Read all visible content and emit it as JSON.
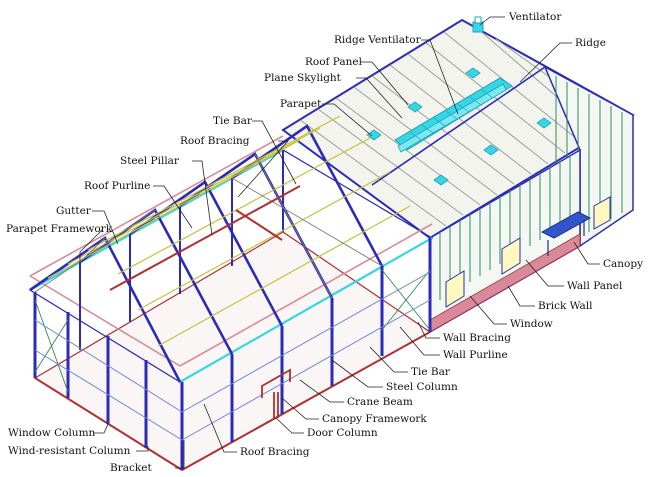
{
  "labels": {
    "ventilator": "Ventilator",
    "ridge_ventilator": "Ridge Ventilator",
    "ridge": "Ridge",
    "roof_panel": "Roof Panel",
    "plane_skylight": "Plane Skylight",
    "parapet": "Parapet",
    "tie_bar_top": "Tie Bar",
    "roof_bracing_top": "Roof Bracing",
    "steel_pillar": "Steel Pillar",
    "roof_purline": "Roof Purline",
    "gutter": "Gutter",
    "parapet_framework": "Parapet Framework",
    "canopy": "Canopy",
    "wall_panel": "Wall Panel",
    "brick_wall": "Brick Wall",
    "window": "Window",
    "wall_bracing": "Wall Bracing",
    "wall_purline": "Wall Purline",
    "tie_bar_bottom": "Tie Bar",
    "steel_column": "Steel Column",
    "crane_beam": "Crane Beam",
    "canopy_framework": "Canopy Framework",
    "door_column": "Door Column",
    "window_column": "Window Column",
    "wind_resistant_column": "Wind-resistant Column",
    "bracket": "Bracket",
    "roof_bracing_bottom": "Roof Bracing"
  },
  "colors": {
    "frame_blue": "#2b2bb8",
    "wall_green": "#2e8b57",
    "roof_gray": "#9aa09a",
    "skylight_cyan": "#35d6e6",
    "brick_red": "#b03030",
    "parapet_pink": "#d98a9a",
    "purline_yellow": "#c8c23a",
    "canopy_blue": "#3355cc"
  }
}
